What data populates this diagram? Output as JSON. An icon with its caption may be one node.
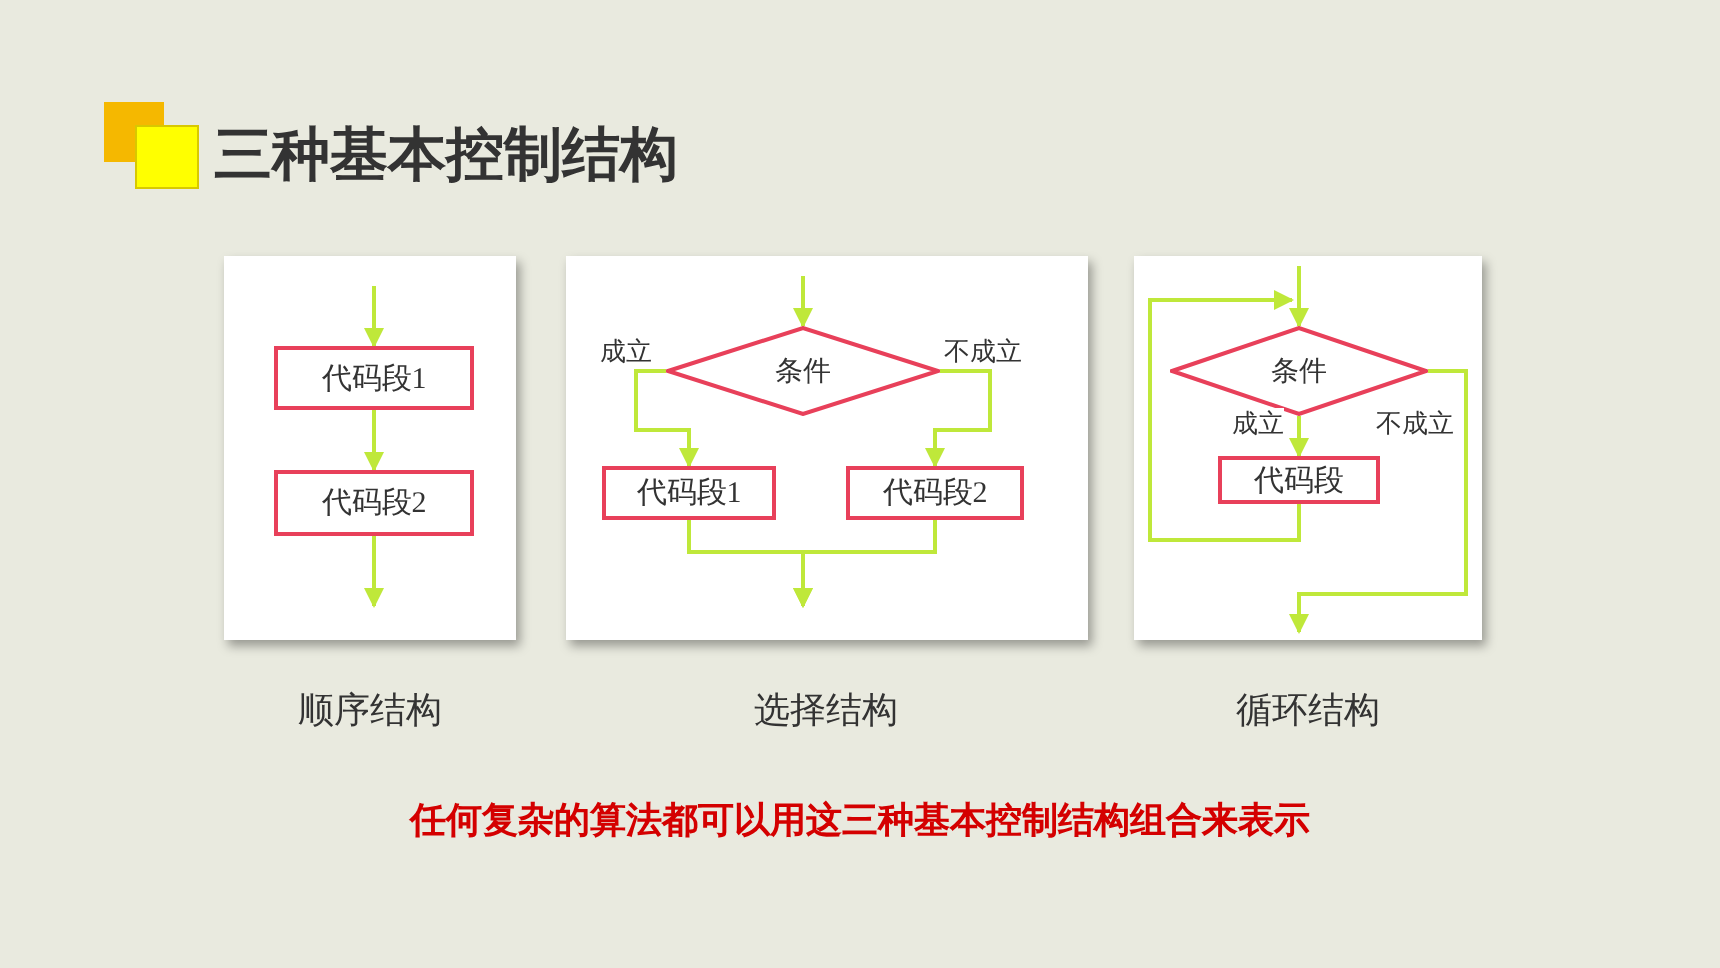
{
  "diagram": {
    "title": "三种基本控制结构",
    "nodes": [
      {
        "text": [],
        "shape": "box",
        "beside": [
          "顺序结构"
        ]
      },
      {
        "text": [
          "代码段1"
        ],
        "in": 0
      },
      {
        "text": [
          "代码段2"
        ],
        "in": 0
      },
      {
        "text": [],
        "shape": "box",
        "beside": [
          "选择结构"
        ]
      },
      {
        "text": [
          "条件"
        ],
        "in": 3
      },
      {
        "text": [
          "代码段1"
        ],
        "in": 3
      },
      {
        "text": [
          "代码段2"
        ],
        "in": 3
      },
      {
        "text": [],
        "shape": "box",
        "beside": [
          "循环结构"
        ]
      },
      {
        "text": [
          "条件"
        ],
        "in": 7
      },
      {
        "text": [
          "代码段"
        ],
        "in": 7
      }
    ],
    "edges": [
      {
        "from": null,
        "to": 1,
        "arrow": "to"
      },
      {
        "from": 1,
        "to": 2,
        "arrow": "to"
      },
      {
        "from": 2,
        "to": null,
        "arrow": "to"
      },
      {
        "from": null,
        "to": 4,
        "arrow": "to"
      },
      {
        "from": 4,
        "to": 5,
        "arrow": "to",
        "label": "成立"
      },
      {
        "from": 4,
        "to": 6,
        "arrow": "to",
        "label": "不成立"
      },
      {
        "from": 5,
        "to": null,
        "arrow": "to"
      },
      {
        "from": 6,
        "to": null,
        "arrow": "to"
      },
      {
        "from": null,
        "to": 8,
        "arrow": "to"
      },
      {
        "from": 8,
        "to": 9,
        "arrow": "to",
        "label": "成立"
      },
      {
        "from": 8,
        "to": null,
        "arrow": "to",
        "label": "不成立"
      },
      {
        "from": 9,
        "to": 8,
        "arrow": "to"
      }
    ],
    "labels": [
      "任何复杂的算法都可以用这三种基本控制结构组合来表示"
    ]
  }
}
